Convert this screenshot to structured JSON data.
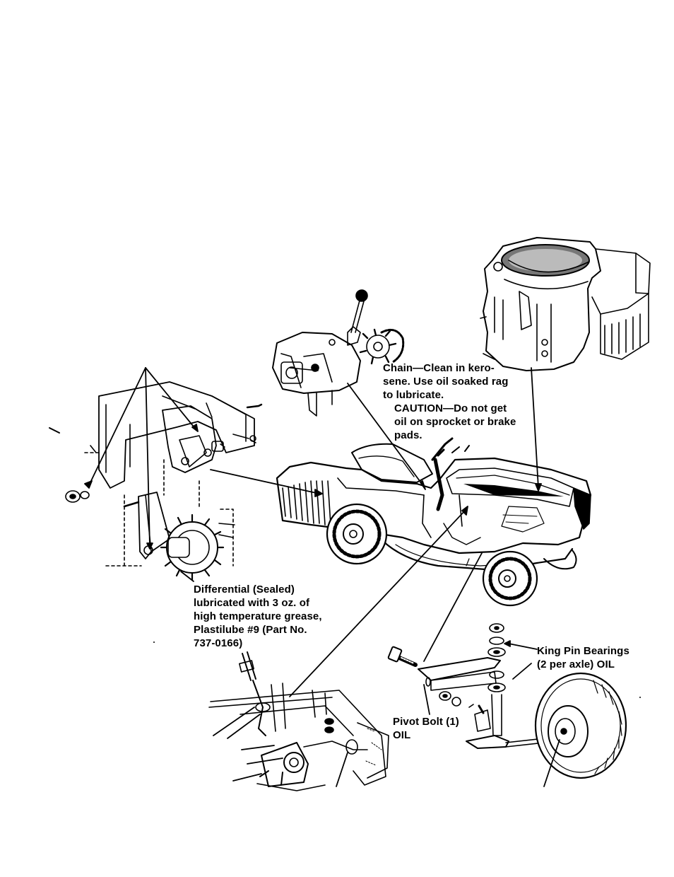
{
  "callouts": {
    "chain": "Chain—Clean in kero-\nsene. Use oil soaked rag\nto lubricate.",
    "caution": "CAUTION—Do not get\noil on sprocket or brake\npads.",
    "differential": "Differential (Sealed)\nlubricated with 3 oz. of\nhigh temperature grease,\nPlastilube #9 (Part No.\n737-0166)",
    "king_pin": "King Pin Bearings\n(2 per axle) OIL",
    "pivot_bolt": "Pivot Bolt (1)\nOIL"
  },
  "colors": {
    "ink": "#000000",
    "paper": "#ffffff",
    "shade": "#888888"
  }
}
